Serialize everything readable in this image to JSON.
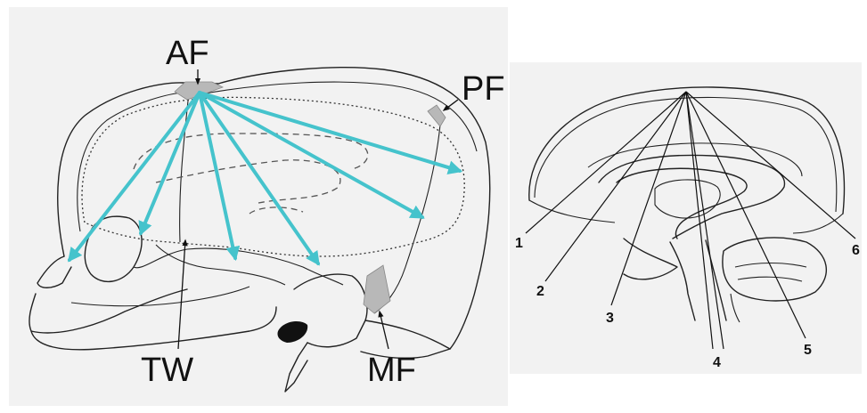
{
  "left_labels": {
    "af": "AF",
    "pf": "PF",
    "tw": "TW",
    "mf": "MF"
  },
  "right_labels": [
    "1",
    "2",
    "3",
    "4",
    "5",
    "6"
  ],
  "colors": {
    "arrow": "#45c3cc",
    "fontanelle": "#b8b8b8",
    "ink": "#222222"
  }
}
